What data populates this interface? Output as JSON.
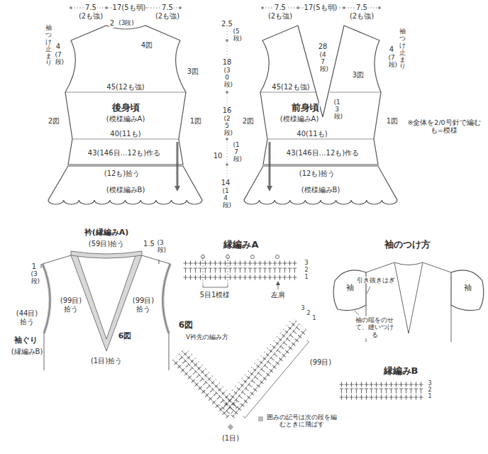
{
  "diagram": {
    "nodes": [
      {
        "text": [
          "後身頃",
          "(模様編みA)"
        ]
      },
      {
        "text": [
          "(模様編みB)"
        ]
      },
      {
        "text": [
          "前身頃",
          "(模様編みA)"
        ]
      },
      {
        "text": [
          "(模様編みB)"
        ]
      },
      {
        "text": [
          "袖"
        ]
      },
      {
        "text": [
          "袖"
        ]
      }
    ],
    "labels": [
      "7.5",
      "(2も強)",
      "17(5も弱)",
      "7.5",
      "(2も強)",
      "2",
      "(3段)",
      "袖つけ止まり",
      "4",
      "(7段)",
      "4図",
      "3図",
      "45(12も強)",
      "2図",
      "1図",
      "40(11も)",
      "43(146目…12も)作る",
      "(12も)拾う",
      "2.5",
      "(5段)",
      "18",
      "(30段)",
      "16",
      "(25段)",
      "10",
      "(17段)",
      "14",
      "(14段)",
      "7.5",
      "(2も強)",
      "17(5も弱)",
      "7.5",
      "(2も強)",
      "袖つけ止まり",
      "4",
      "(7段)",
      "28",
      "(47段)",
      "45(12も強)",
      "3図",
      "(13段)",
      "2図",
      "1図",
      "40(11も)",
      "43(146目…12も)作る",
      "(12も)拾う",
      "※全体を2/0号針で編む も=模様",
      "衿(縁編みA)",
      "(59目)拾う",
      "1.5",
      "(3段)",
      "1",
      "(3段)",
      "(99目) 拾う",
      "(99目) 拾う",
      "(44目) 拾う",
      "袖ぐり",
      "(縁編みB)",
      "6図",
      "(1目)拾う",
      "縁編みA",
      "3",
      "2",
      "1",
      "5目1模様",
      "左肩",
      "6図",
      "V衿先の編み方",
      "3",
      "2",
      "1",
      "(99目)",
      "囲みの記号は次の段を編むときに飛ばす",
      "(1目)",
      "袖のつけ方",
      "引き抜きはぎ",
      "袖の端をのせて、縫いつける",
      "縁編みB",
      "3",
      "2",
      "1"
    ]
  }
}
